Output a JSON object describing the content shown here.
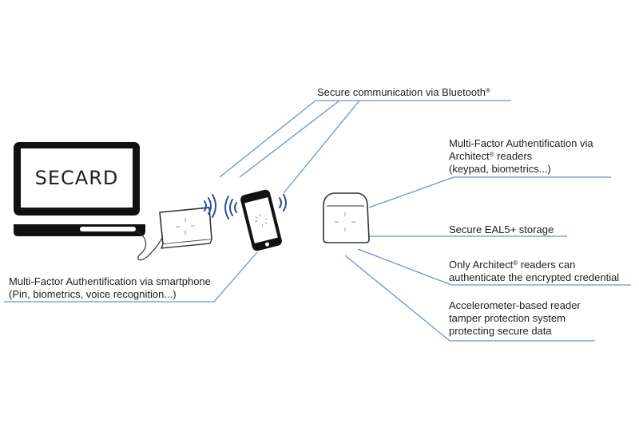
{
  "screen_logo": "SECARD",
  "labels": {
    "bluetooth": "Secure communication via Bluetooth",
    "bluetooth_mark": "®",
    "mfa_readers_1": "Multi-Factor Authentification via",
    "mfa_readers_2a": "Architect",
    "mfa_readers_mark": "®",
    "mfa_readers_2b": " readers",
    "mfa_readers_3": "(keypad, biometrics...)",
    "storage": "Secure EAL5+ storage",
    "only_readers_1a": "Only Architect",
    "only_readers_mark": "®",
    "only_readers_1b": " readers can",
    "only_readers_2": "authenticate the encrypted credential",
    "accel_1": "Accelerometer-based reader",
    "accel_2": "tamper protection system",
    "accel_3": "protecting secure data",
    "mfa_phone_1": "Multi-Factor Authentification via smartphone",
    "mfa_phone_2": "(Pin, biometrics, voice recognition...)"
  },
  "colors": {
    "leader_line": "#6d8fd0",
    "signal_waves": "#2b4fa3",
    "device_outline": "#333333",
    "device_fill": "#ffffff",
    "laptop_body": "#111111"
  }
}
